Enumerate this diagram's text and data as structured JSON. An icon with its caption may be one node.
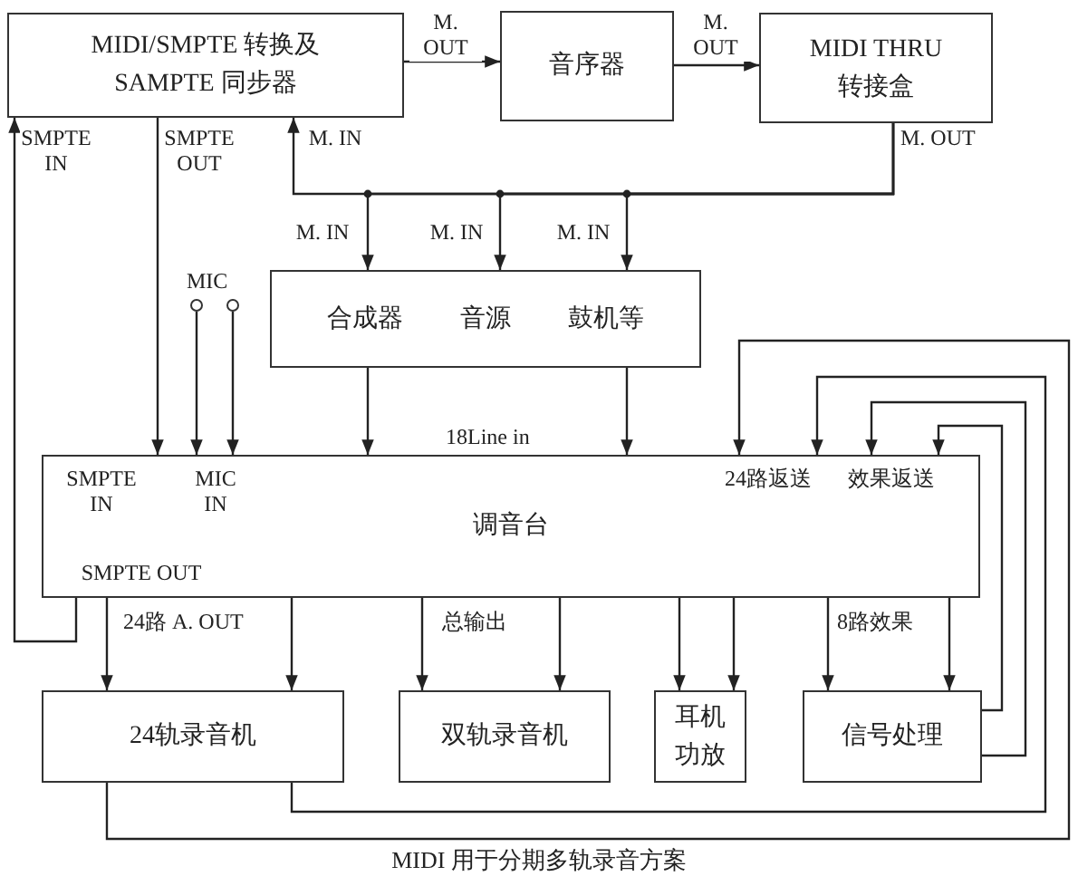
{
  "diagram": {
    "caption": "MIDI 用于分期多轨录音方案",
    "nodes": [
      {
        "text": [
          "MIDI/SMPTE 转换及 SAMPTE 同步器"
        ]
      },
      {
        "text": [
          "音序器"
        ]
      },
      {
        "text": [
          "MIDI THRU 转接盒"
        ]
      },
      {
        "text": [
          "合成器 音源 鼓机等"
        ]
      },
      {
        "text": [
          "SMPTE IN",
          "MIC IN",
          "24路返送",
          "效果返送",
          "调音台",
          "SMPTE OUT"
        ]
      },
      {
        "text": [
          "24轨录音机"
        ]
      },
      {
        "text": [
          "双轨录音机"
        ]
      },
      {
        "text": [
          "耳机功放"
        ]
      },
      {
        "text": [
          "信号处理"
        ]
      },
      {
        "text": [],
        "shape": "circle"
      },
      {
        "text": [],
        "shape": "circle"
      }
    ],
    "edges": [
      {
        "from": 0,
        "to": 1,
        "arrow": "to",
        "label": "M. OUT"
      },
      {
        "from": 1,
        "to": 2,
        "arrow": "to",
        "label": "M. OUT"
      },
      {
        "from": 2,
        "to": 0,
        "arrow": "to",
        "label": "M. IN"
      },
      {
        "from": 2,
        "to": 3,
        "arrow": "to",
        "label": "M. IN"
      },
      {
        "from": 2,
        "to": 3,
        "arrow": "to",
        "label": "M. IN"
      },
      {
        "from": 2,
        "to": 3,
        "arrow": "to",
        "label": "M. IN"
      },
      {
        "from": 0,
        "to": 4,
        "arrow": "to",
        "label": "SMPTE OUT"
      },
      {
        "from": 4,
        "to": 0,
        "arrow": "to",
        "label": "SMPTE IN"
      },
      {
        "from": 9,
        "to": 4,
        "arrow": "to"
      },
      {
        "from": 10,
        "to": 4,
        "arrow": "to"
      },
      {
        "from": 3,
        "to": 4,
        "arrow": "to"
      },
      {
        "from": 3,
        "to": 4,
        "arrow": "to"
      },
      {
        "from": 4,
        "to": 5,
        "arrow": "to"
      },
      {
        "from": 4,
        "to": 5,
        "arrow": "to"
      },
      {
        "from": 4,
        "to": 6,
        "arrow": "to"
      },
      {
        "from": 4,
        "to": 6,
        "arrow": "to"
      },
      {
        "from": 4,
        "to": 7,
        "arrow": "to"
      },
      {
        "from": 4,
        "to": 7,
        "arrow": "to"
      },
      {
        "from": 4,
        "to": 8,
        "arrow": "to"
      },
      {
        "from": 4,
        "to": 8,
        "arrow": "to"
      },
      {
        "from": 5,
        "to": 4,
        "arrow": "to"
      },
      {
        "from": 5,
        "to": 4,
        "arrow": "to"
      },
      {
        "from": 8,
        "to": 4,
        "arrow": "to"
      },
      {
        "from": 8,
        "to": 4,
        "arrow": "to"
      }
    ],
    "labels": [
      "M. OUT",
      "MIC",
      "18Line in",
      "24路 A. OUT",
      "总输出",
      "8路效果"
    ]
  }
}
